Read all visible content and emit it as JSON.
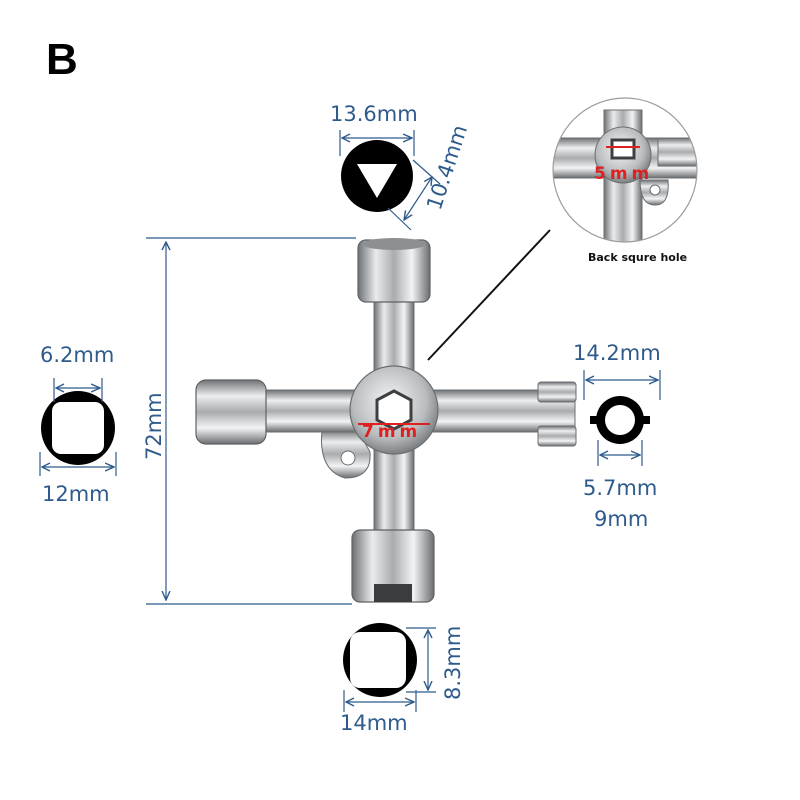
{
  "panel_label": "B",
  "dimensions": {
    "triangle_width": "13.6mm",
    "triangle_height": "10.4mm",
    "overall_length": "72mm",
    "left_square": "6.2mm",
    "left_outer": "12mm",
    "right_outer": "14.2mm",
    "right_inner": "5.7mm",
    "right_dia": "9mm",
    "bottom_width": "14mm",
    "bottom_square": "8.3mm",
    "center_hex": "7mm",
    "back_hole": "5mm"
  },
  "inset_caption": "Back squre hole",
  "colors": {
    "dimension": "#2f5b8c",
    "highlight": "#e02020",
    "metal": "#c4c6c8"
  }
}
